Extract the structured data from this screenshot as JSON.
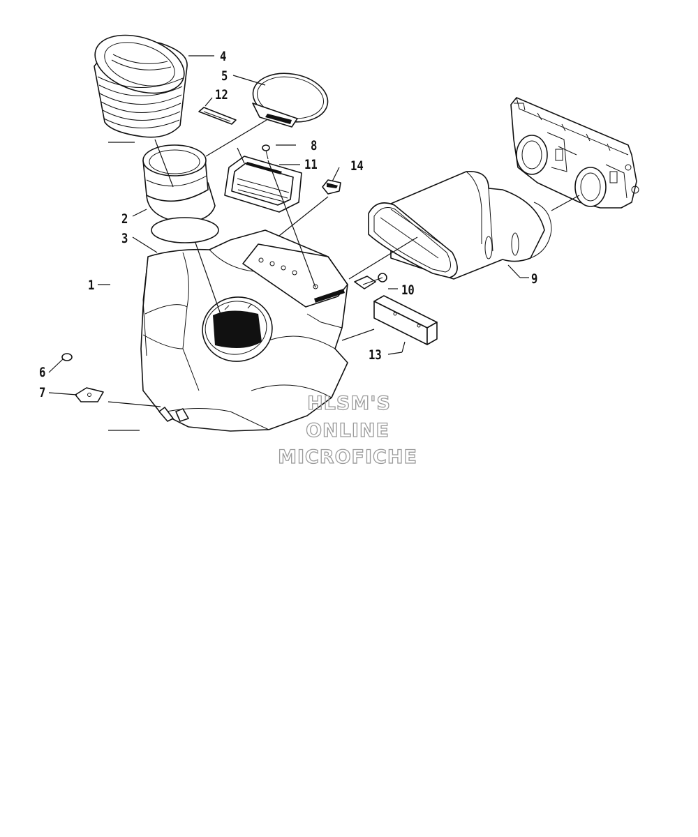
{
  "callouts": [
    {
      "id": "1",
      "text": "1"
    },
    {
      "id": "2",
      "text": "2"
    },
    {
      "id": "3",
      "text": "3"
    },
    {
      "id": "4",
      "text": "4"
    },
    {
      "id": "5",
      "text": "5"
    },
    {
      "id": "6",
      "text": "6"
    },
    {
      "id": "7",
      "text": "7"
    },
    {
      "id": "8",
      "text": "8"
    },
    {
      "id": "9",
      "text": "9"
    },
    {
      "id": "10",
      "text": "10"
    },
    {
      "id": "11",
      "text": "11"
    },
    {
      "id": "12",
      "text": "12"
    },
    {
      "id": "13",
      "text": "13"
    },
    {
      "id": "14",
      "text": "14"
    }
  ],
  "watermark": {
    "line1": "HLSM'S",
    "line2": "ONLINE",
    "line3": "MICROFICHE",
    "color": "#9a9a9a"
  }
}
